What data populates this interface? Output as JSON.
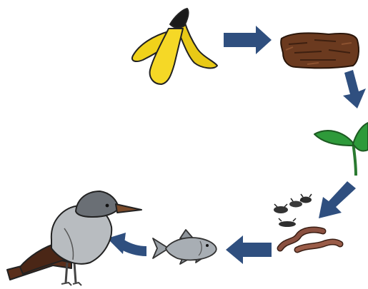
{
  "diagram": {
    "type": "decomposition-food-cycle",
    "stages": [
      {
        "id": "banana-peel",
        "icon": "banana-peel-icon"
      },
      {
        "id": "compost-soil",
        "icon": "soil-block-icon"
      },
      {
        "id": "seedling",
        "icon": "seedling-icon"
      },
      {
        "id": "insects-and-worms",
        "icon": "insects-worms-icon"
      },
      {
        "id": "fish",
        "icon": "fish-icon"
      },
      {
        "id": "bird",
        "icon": "bird-icon"
      }
    ],
    "arrow_color": "#2f4f7f",
    "colors": {
      "banana": "#e8c916",
      "soil": "#6b3a1f",
      "leaf": "#2e9a3a",
      "worm": "#8a5040",
      "fish": "#a8aeb4",
      "bird_body": "#b8bcc0",
      "bird_head": "#6a6f75",
      "beak": "#7a4a2a"
    }
  }
}
